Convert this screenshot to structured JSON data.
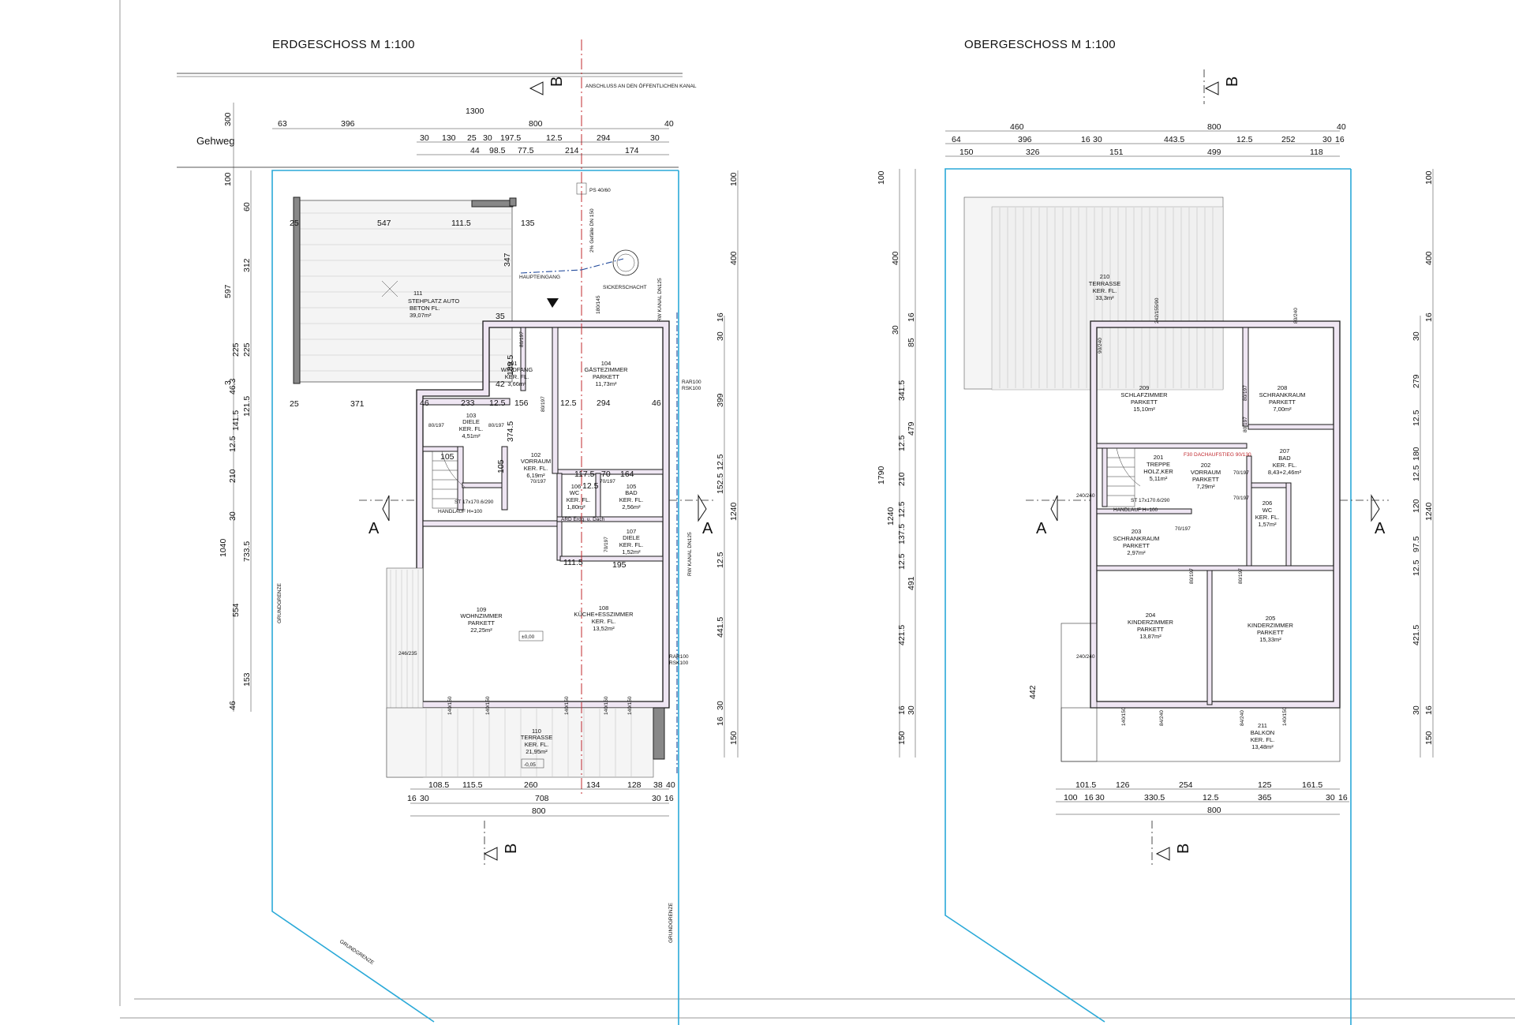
{
  "titles": {
    "ground": "ERDGESCHOSS M 1:100",
    "upper": "OBERGESCHOSS M 1:100"
  },
  "labels": {
    "gehweg": "Gehweg",
    "grundgrenze": "GRUNDGRENZE",
    "kanal": "ANSCHLUSS AN DEN ÖFFENTLICHEN KANAL",
    "haupteingang": "HAUPTEINGANG",
    "sickerschacht": "SICKERSCHACHT",
    "gefaelle": "2% Gefälle DN 150",
    "ps": "PS 40/60",
    "rw_kanal": "RW KANAL DN125",
    "rw_kanal2": "RW KANAL DN125",
    "rar": "RAR100",
    "rsk": "RSK100",
    "stair_eg": "ST 17x170.6/290",
    "handlauf_eg": "HANDLAUF H=100",
    "stair_og": "ST 17x170.6/290",
    "handlauf_og": "HANDLAUF H=100",
    "ard": "ARD Erdg. u. Dach",
    "level": "±0,00",
    "level2": "-0,05",
    "dachaufstieg": "F30 DACHAUFSTIEG 90/130"
  },
  "sections": {
    "a": "A",
    "b": "B"
  },
  "rooms_ground": [
    {
      "no": "111",
      "name": "STEHPLATZ AUTO",
      "floor": "BETON FL.",
      "area": "39,07m²"
    },
    {
      "no": "101",
      "name": "WINDFANG",
      "floor": "KER. FL.",
      "area": "3,66m²"
    },
    {
      "no": "104",
      "name": "GÄSTEZIMMER",
      "floor": "PARKETT",
      "area": "11,73m²"
    },
    {
      "no": "103",
      "name": "DIELE",
      "floor": "KER. FL.",
      "area": "4,51m²"
    },
    {
      "no": "102",
      "name": "VORRAUM",
      "floor": "KER. FL.",
      "area": "6,19m²"
    },
    {
      "no": "106",
      "name": "WC",
      "floor": "KER. FL.",
      "area": "1,80m²"
    },
    {
      "no": "105",
      "name": "BAD",
      "floor": "KER. FL.",
      "area": "2,56m²"
    },
    {
      "no": "107",
      "name": "DIELE",
      "floor": "KER. FL.",
      "area": "1,52m²"
    },
    {
      "no": "109",
      "name": "WOHNZIMMER",
      "floor": "PARKETT",
      "area": "22,25m²"
    },
    {
      "no": "108",
      "name": "KÜCHE+ESSZIMMER",
      "floor": "KER. FL.",
      "area": "13,52m²"
    },
    {
      "no": "110",
      "name": "TERRASSE",
      "floor": "KER. FL.",
      "area": "21,95m²"
    }
  ],
  "rooms_upper": [
    {
      "no": "210",
      "name": "TERRASSE",
      "floor": "KER. FL.",
      "area": "33,3m²"
    },
    {
      "no": "209",
      "name": "SCHLAFZIMMER",
      "floor": "PARKETT",
      "area": "15,10m²"
    },
    {
      "no": "208",
      "name": "SCHRANKRAUM",
      "floor": "PARKETT",
      "area": "7,00m²"
    },
    {
      "no": "201",
      "name": "TREPPE",
      "floor": "HOLZ,KER",
      "area": "5,11m²"
    },
    {
      "no": "202",
      "name": "VORRAUM",
      "floor": "PARKETT",
      "area": "7,29m²"
    },
    {
      "no": "207",
      "name": "BAD",
      "floor": "KER. FL.",
      "area": "8,43+2,46m²"
    },
    {
      "no": "206",
      "name": "WC",
      "floor": "KER. FL.",
      "area": "1,57m²"
    },
    {
      "no": "203",
      "name": "SCHRANKRAUM",
      "floor": "PARKETT",
      "area": "2,97m²"
    },
    {
      "no": "204",
      "name": "KINDERZIMMER",
      "floor": "PARKETT",
      "area": "13,87m²"
    },
    {
      "no": "205",
      "name": "KINDERZIMMER",
      "floor": "PARKETT",
      "area": "15,33m²"
    },
    {
      "no": "211",
      "name": "BALKON",
      "floor": "KER. FL.",
      "area": "13,48m²"
    }
  ],
  "dims_ground_top1": [
    "63",
    "396",
    "1300",
    "800",
    "40"
  ],
  "dims_ground_top2": [
    "30",
    "130",
    "25",
    "30",
    "197.5",
    "12.5",
    "294",
    "30"
  ],
  "dims_ground_top3": [
    "44",
    "98.5",
    "77.5",
    "214",
    "174"
  ],
  "dims_ground_inner": [
    "25",
    "547",
    "111.5",
    "135",
    "25",
    "371",
    "233",
    "12.5",
    "156",
    "12.5",
    "294",
    "46",
    "46",
    "42",
    "105",
    "117.5",
    "70",
    "164",
    "12.5",
    "111.5",
    "195",
    "347",
    "189.5",
    "374.5",
    "105",
    "35"
  ],
  "dims_ground_bottom1": [
    "108.5",
    "115.5",
    "260",
    "134",
    "128",
    "38",
    "40"
  ],
  "dims_ground_bottom2": [
    "16",
    "30",
    "708",
    "30",
    "16"
  ],
  "dims_ground_bottom3": [
    "800"
  ],
  "dims_ground_left1": [
    "300",
    "100",
    "597",
    "3",
    "46.3",
    "12.5",
    "210",
    "30",
    "1040",
    "46"
  ],
  "dims_ground_left2": [
    "60",
    "312",
    "225",
    "225",
    "121.5",
    "141.5",
    "733.5",
    "554",
    "153"
  ],
  "dims_ground_right1": [
    "100",
    "400",
    "30",
    "16",
    "399",
    "152.5",
    "12.5",
    "1240",
    "12.5",
    "441.5",
    "30",
    "16",
    "150"
  ],
  "dims_upper_top1": [
    "64",
    "460",
    "396",
    "16",
    "30",
    "443.5",
    "800",
    "12.5",
    "252",
    "30",
    "40",
    "16"
  ],
  "dims_upper_top2": [
    "150",
    "326",
    "151",
    "499",
    "118"
  ],
  "dims_upper_bottom1": [
    "101.5",
    "126",
    "254",
    "125",
    "161.5"
  ],
  "dims_upper_bottom2": [
    "100",
    "16",
    "30",
    "330.5",
    "12.5",
    "365",
    "30",
    "16"
  ],
  "dims_upper_bottom3": [
    "800"
  ],
  "dims_upper_left1": [
    "100",
    "400",
    "1790",
    "16",
    "30",
    "85",
    "341.5",
    "479",
    "12.5",
    "210",
    "12.5",
    "1240",
    "137.5",
    "12.5",
    "491",
    "421.5",
    "442",
    "16",
    "30",
    "150"
  ],
  "dims_upper_right1": [
    "100",
    "400",
    "30",
    "16",
    "279",
    "12.5",
    "180",
    "12.5",
    "120",
    "97.5",
    "12.5",
    "1240",
    "421.5",
    "30",
    "16",
    "150"
  ],
  "doors_ground": [
    "80/197",
    "80/197",
    "80/197",
    "70/197",
    "70/197",
    "80/197",
    "70/197",
    "140/150",
    "140/150",
    "140/150",
    "140/150",
    "140/150",
    "246/235",
    "180/145"
  ],
  "doors_upper": [
    "90/240",
    "80/197",
    "80/197",
    "70/197",
    "70/197",
    "70/197",
    "80/197",
    "80/197",
    "140/150",
    "84/240",
    "84/240",
    "140/150",
    "240/240",
    "240/240",
    "242/155/90",
    "80/240"
  ]
}
